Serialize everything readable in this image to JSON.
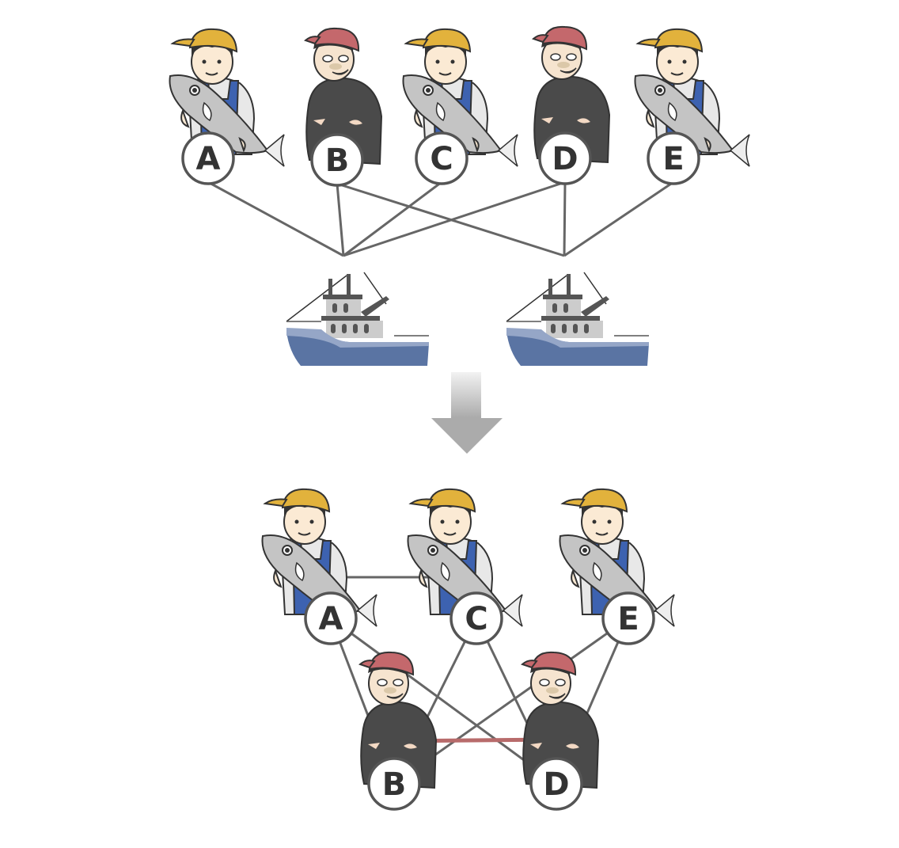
{
  "top": {
    "people": [
      {
        "label": "A",
        "role": "fisherman"
      },
      {
        "label": "B",
        "role": "suspect"
      },
      {
        "label": "C",
        "role": "fisherman"
      },
      {
        "label": "D",
        "role": "suspect"
      },
      {
        "label": "E",
        "role": "fisherman"
      }
    ],
    "boats": [
      {
        "crew": [
          "A",
          "B",
          "C",
          "D"
        ]
      },
      {
        "crew": [
          "B",
          "D",
          "E"
        ]
      }
    ]
  },
  "bottom": {
    "people": [
      {
        "label": "A",
        "role": "fisherman"
      },
      {
        "label": "C",
        "role": "fisherman"
      },
      {
        "label": "E",
        "role": "fisherman"
      },
      {
        "label": "B",
        "role": "suspect"
      },
      {
        "label": "D",
        "role": "suspect"
      }
    ],
    "edges": [
      {
        "from": "A",
        "to": "C",
        "highlight": false
      },
      {
        "from": "A",
        "to": "B",
        "highlight": false
      },
      {
        "from": "A",
        "to": "D",
        "highlight": false
      },
      {
        "from": "C",
        "to": "B",
        "highlight": false
      },
      {
        "from": "C",
        "to": "D",
        "highlight": false
      },
      {
        "from": "E",
        "to": "B",
        "highlight": false
      },
      {
        "from": "E",
        "to": "D",
        "highlight": false
      },
      {
        "from": "B",
        "to": "D",
        "highlight": true
      }
    ]
  },
  "colors": {
    "edge": "#666666",
    "highlight_edge": "#b86b6b",
    "fisherman_cap": "#e2b23c",
    "suspect_cap": "#c4686c",
    "suspect_body": "#4a4a4a",
    "boat_hull": "#5a74a3",
    "boat_stripe": "#95a6c7",
    "overalls": "#3d62b0",
    "fish": "#c4c4c4"
  }
}
